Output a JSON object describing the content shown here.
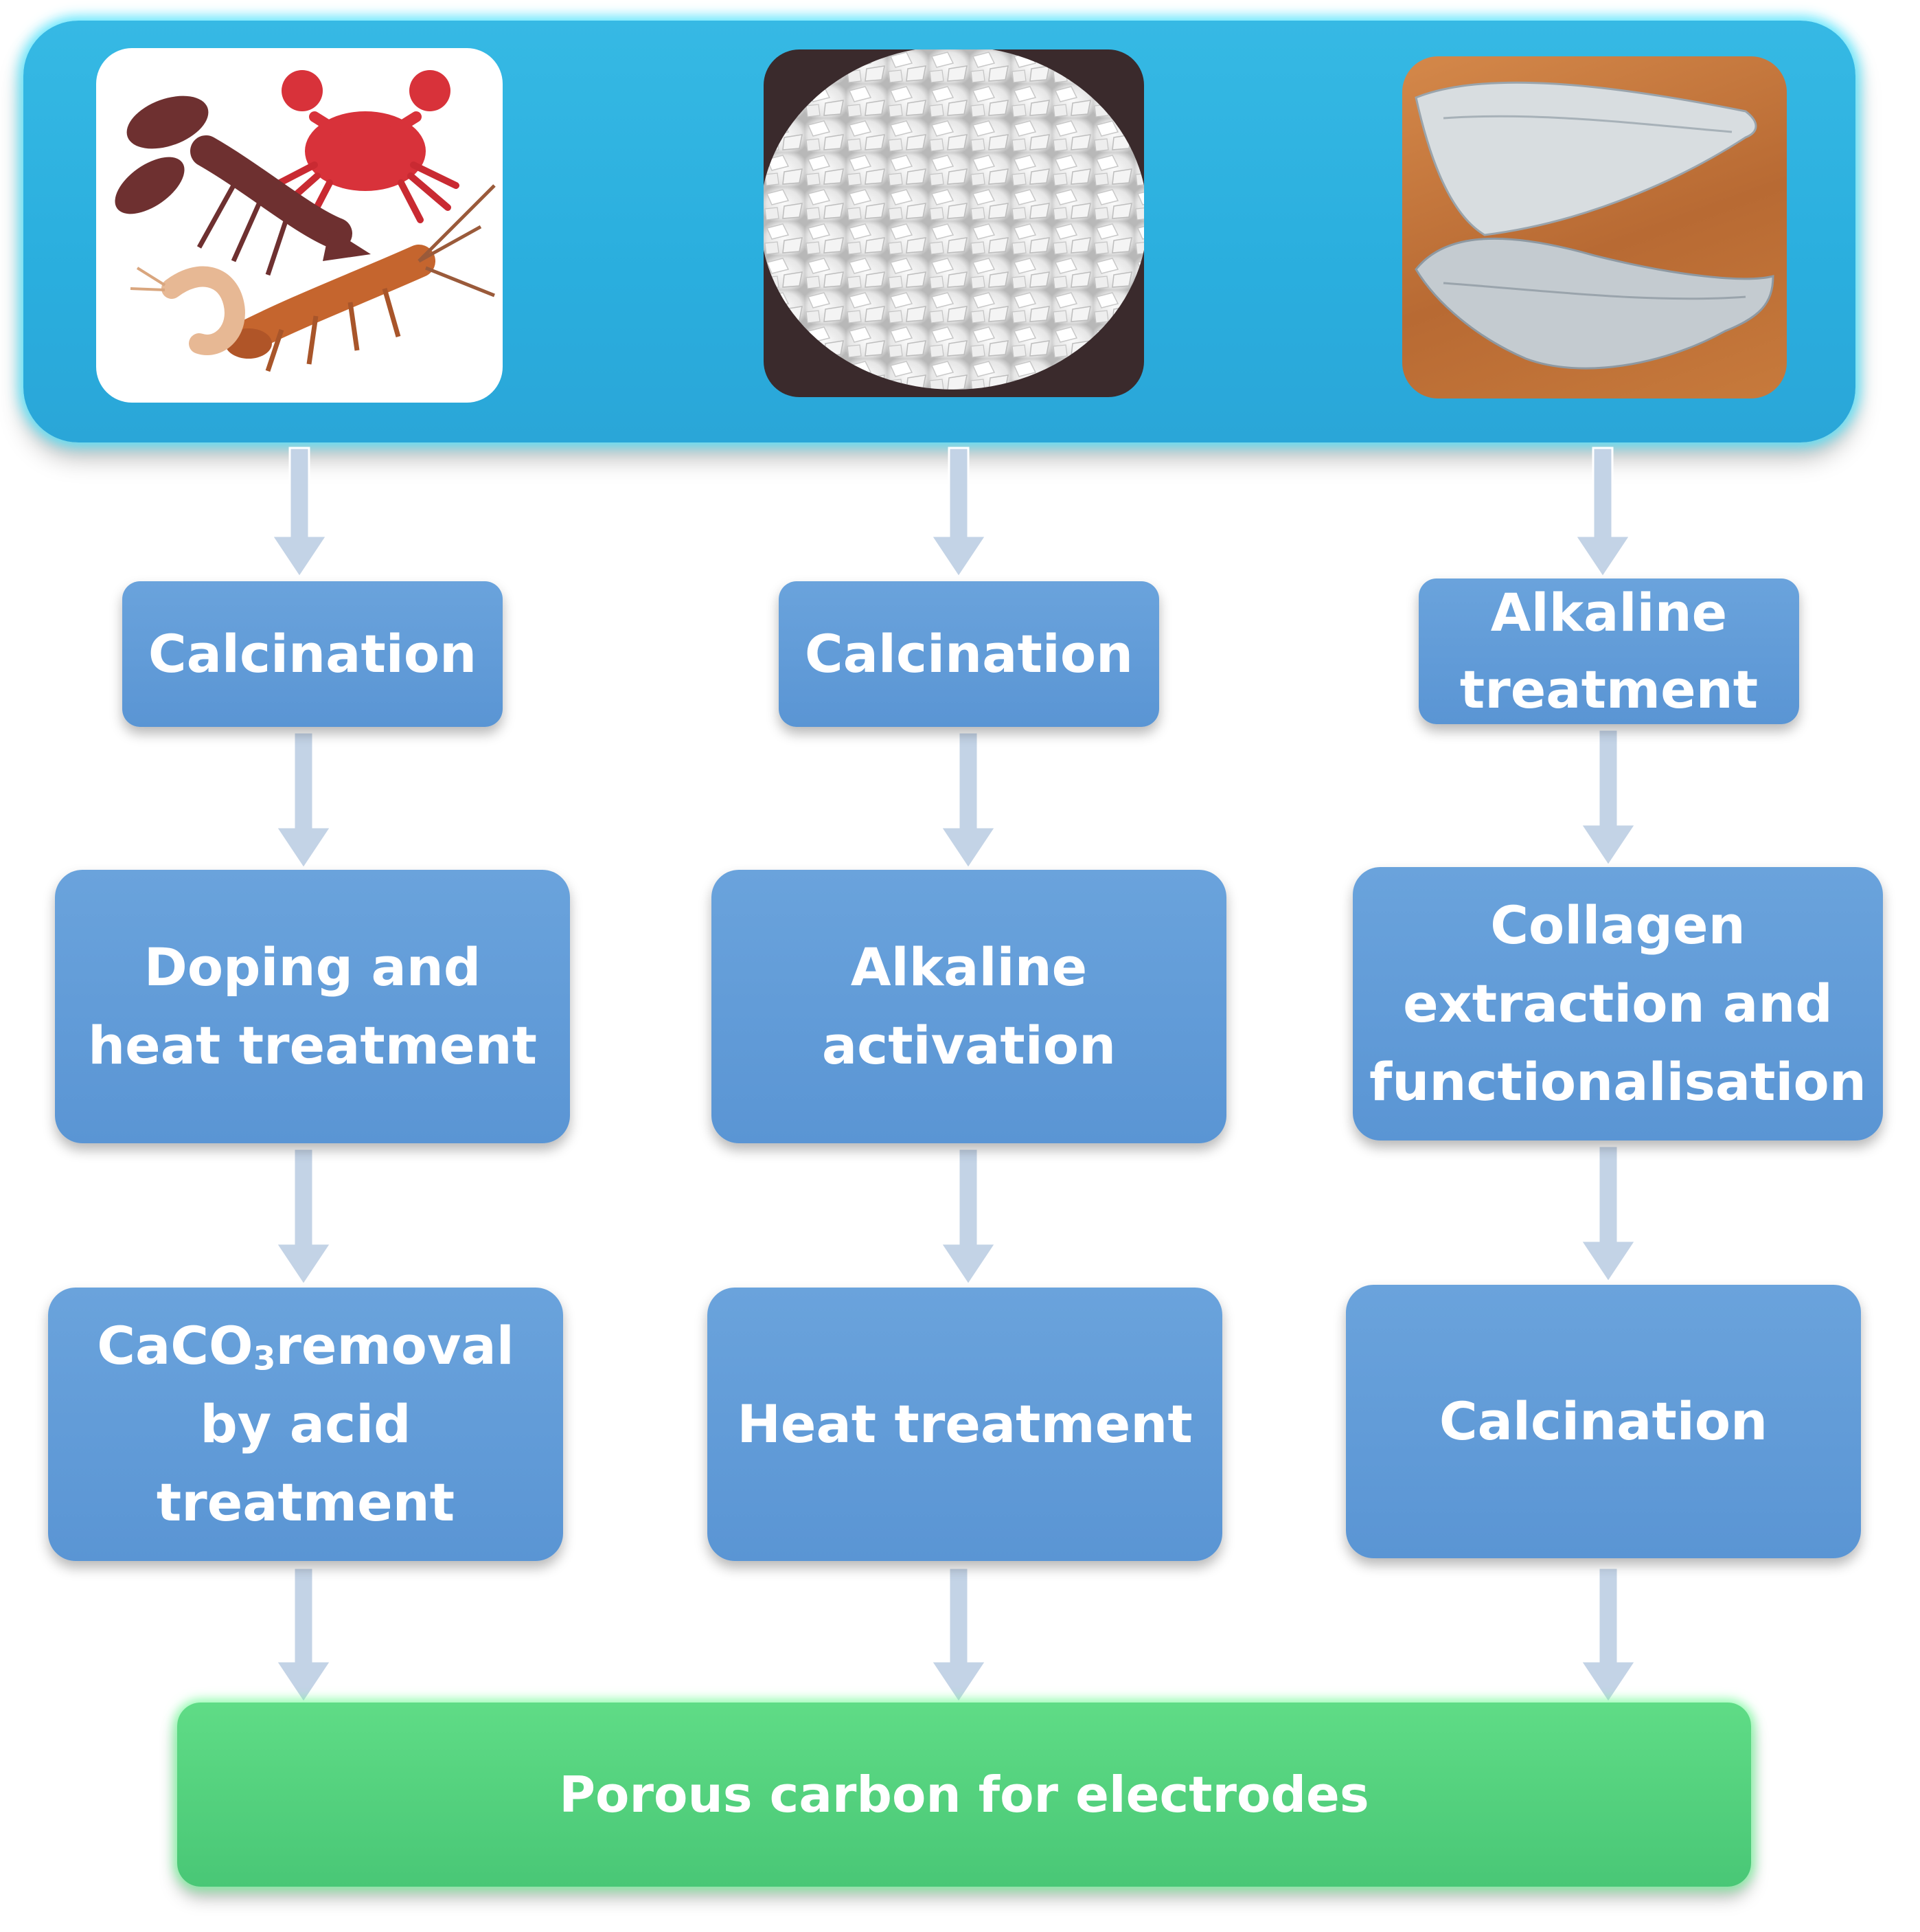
{
  "colors": {
    "banner": "#2aaede",
    "step_box": "#5b96d5",
    "final_box": "#4ec97a",
    "arrow": "#c3d3e6"
  },
  "sources": [
    {
      "name": "crustaceans-image"
    },
    {
      "name": "white-flakes-image"
    },
    {
      "name": "fish-fillet-image"
    }
  ],
  "columns": [
    {
      "steps": [
        "Calcination",
        "Doping and\nheat treatment",
        "CaCO3removal\nby acid\ntreatment"
      ]
    },
    {
      "steps": [
        "Calcination",
        "Alkaline\nactivation",
        "Heat treatment"
      ]
    },
    {
      "steps": [
        "Alkaline\ntreatment",
        "Collagen\nextraction and\nfunctionalisation",
        "Calcination"
      ]
    }
  ],
  "caco3": {
    "pre": "CaCO",
    "sub": "3",
    "post": "removal",
    "line2": "by acid",
    "line3": "treatment"
  },
  "output": {
    "label": "Porous carbon for electrodes"
  }
}
